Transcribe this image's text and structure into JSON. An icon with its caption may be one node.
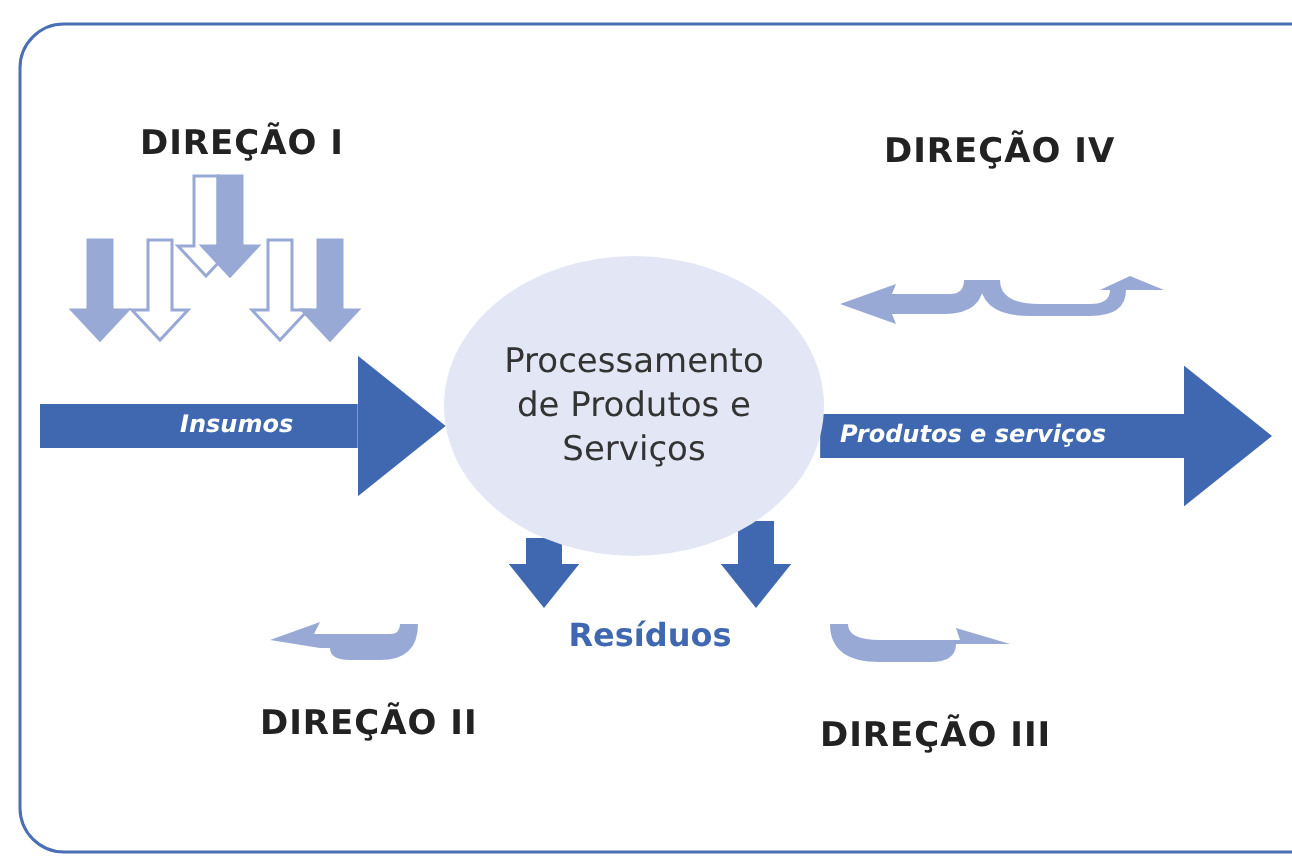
{
  "diagram": {
    "nodes": [
      {
        "text": [
          "Processamento de Produtos e Serviços"
        ]
      },
      {
        "text": [
          "Resíduos"
        ]
      }
    ],
    "edges": [
      {
        "from": null,
        "to": 0,
        "arrow": "to",
        "label": "Insumos"
      },
      {
        "from": 0,
        "to": null,
        "arrow": "to",
        "label": "Produtos e serviços"
      },
      {
        "from": 0,
        "to": 1,
        "arrow": "to"
      },
      {
        "from": 0,
        "to": 1,
        "arrow": "to"
      }
    ],
    "labels": [
      "DIREÇÃO I",
      "DIREÇÃO IV",
      "DIREÇÃO II",
      "DIREÇÃO III"
    ]
  }
}
